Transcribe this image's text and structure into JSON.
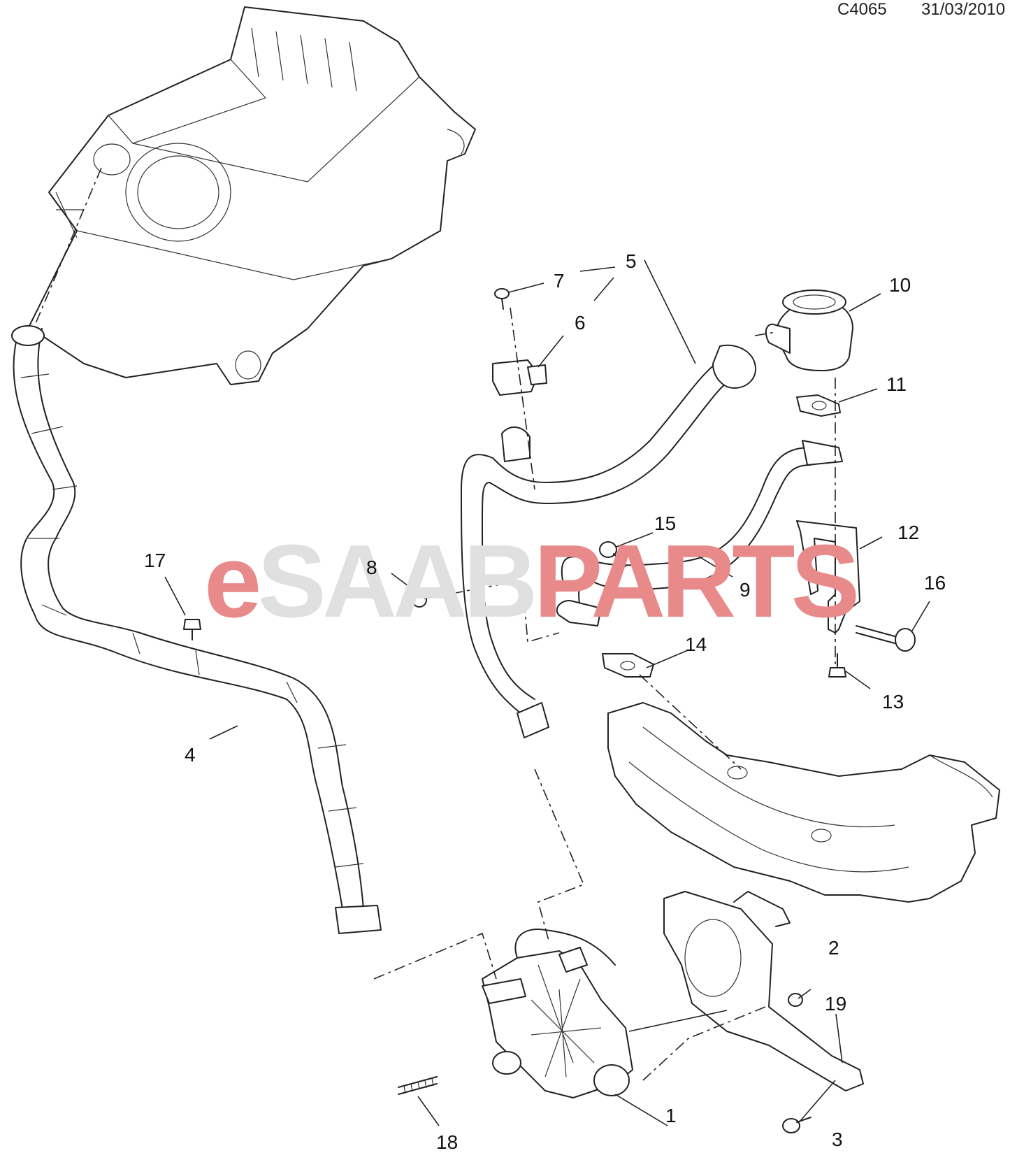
{
  "header": {
    "code": "C4065",
    "date": "31/03/2010"
  },
  "watermark": {
    "prefix": "e",
    "middle": "SAAB",
    "suffix": "PARTS",
    "accent_color": "#e88a8a",
    "mid_color": "#e0e0e0"
  },
  "callouts": [
    {
      "id": "1",
      "label": "1"
    },
    {
      "id": "2",
      "label": "2"
    },
    {
      "id": "3",
      "label": "3"
    },
    {
      "id": "4",
      "label": "4"
    },
    {
      "id": "5",
      "label": "5"
    },
    {
      "id": "6",
      "label": "6"
    },
    {
      "id": "7",
      "label": "7"
    },
    {
      "id": "8",
      "label": "8"
    },
    {
      "id": "9",
      "label": "9"
    },
    {
      "id": "10",
      "label": "10"
    },
    {
      "id": "11",
      "label": "11"
    },
    {
      "id": "12",
      "label": "12"
    },
    {
      "id": "13",
      "label": "13"
    },
    {
      "id": "14",
      "label": "14"
    },
    {
      "id": "15",
      "label": "15"
    },
    {
      "id": "16",
      "label": "16"
    },
    {
      "id": "17",
      "label": "17"
    },
    {
      "id": "18",
      "label": "18"
    },
    {
      "id": "19",
      "label": "19"
    }
  ]
}
